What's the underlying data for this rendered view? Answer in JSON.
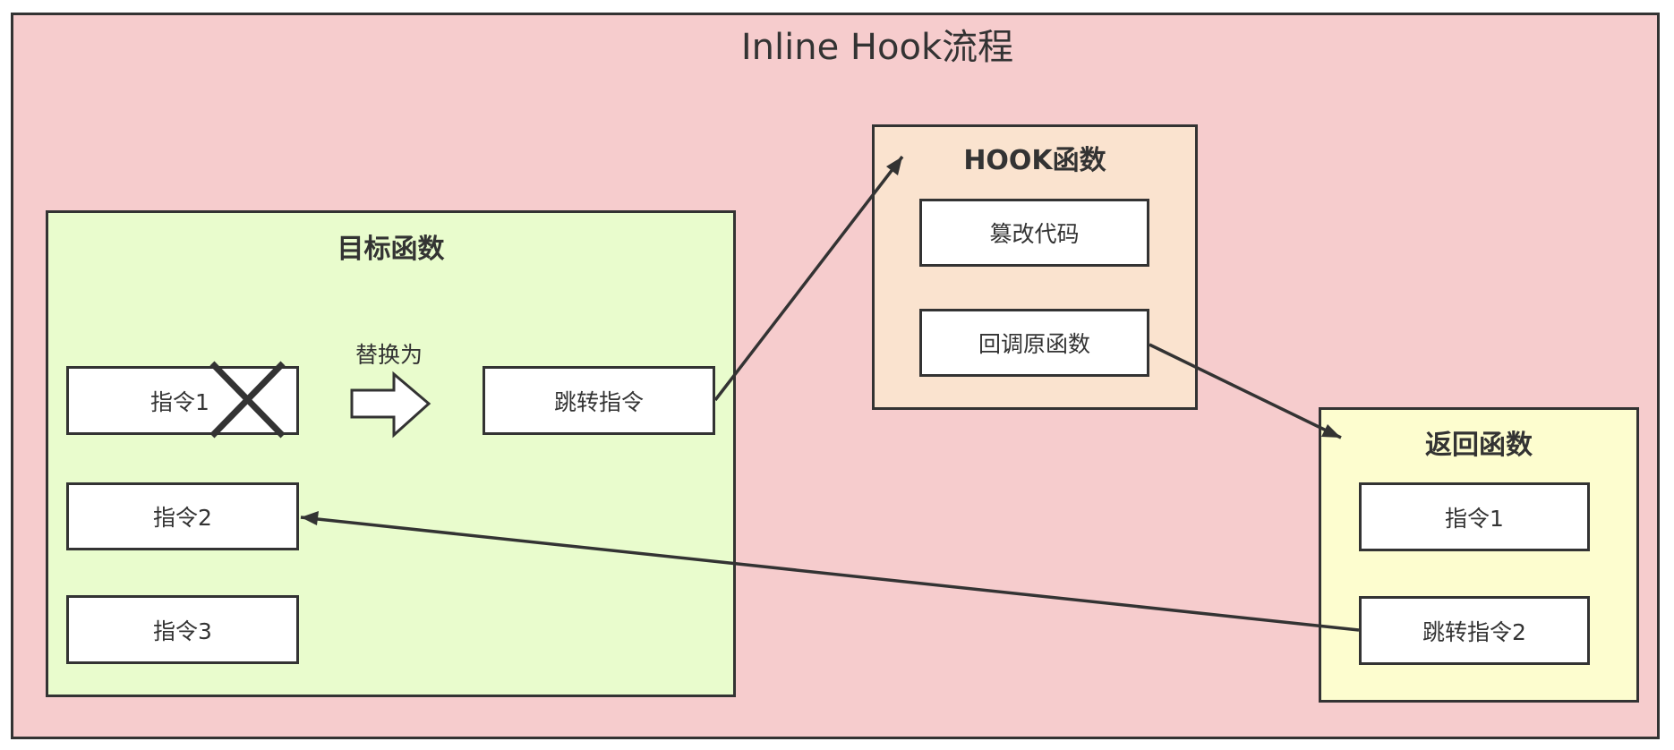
{
  "diagram": {
    "title": "Inline Hook流程",
    "target": {
      "title": "目标函数",
      "instr1": "指令1",
      "instr2": "指令2",
      "instr3": "指令3",
      "replace_label": "替换为",
      "jump": "跳转指令"
    },
    "hook": {
      "title": "HOOK函数",
      "tamper": "篡改代码",
      "callback": "回调原函数"
    },
    "ret": {
      "title": "返回函数",
      "instr1": "指令1",
      "jump2": "跳转指令2"
    }
  },
  "colors": {
    "outer_bg": "#f6cccd",
    "target_bg": "#e9fccd",
    "hook_bg": "#fae3cf",
    "return_bg": "#fdfdcf",
    "stroke": "#333333"
  }
}
